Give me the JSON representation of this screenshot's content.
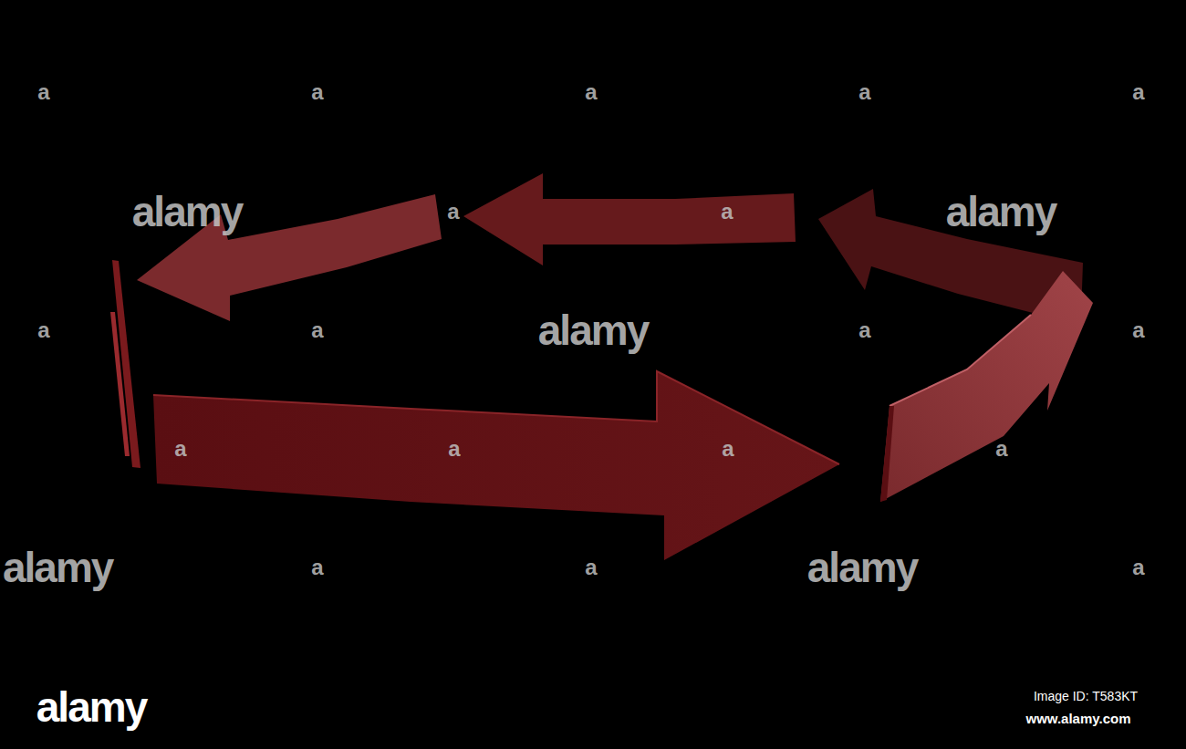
{
  "diagram": {
    "labels": [
      "a",
      "a",
      "a",
      "a",
      "a",
      "alamy",
      "a",
      "a",
      "alamy",
      "a",
      "a",
      "alamy",
      "a",
      "a",
      "a",
      "a",
      "a",
      "a",
      "alamy",
      "a",
      "a",
      "alamy",
      "a",
      "alamy",
      "Image ID: T583KT",
      "www.alamy.com"
    ]
  }
}
